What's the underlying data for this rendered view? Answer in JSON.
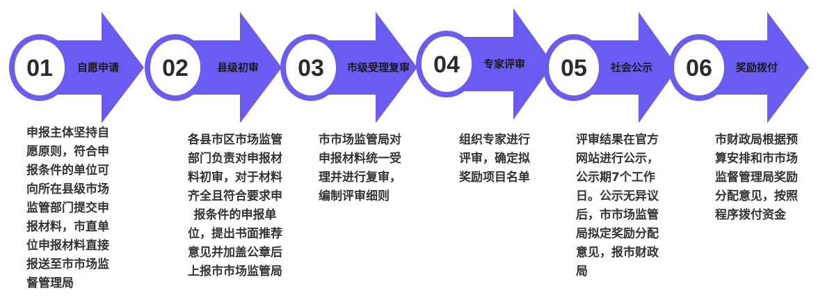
{
  "colors": {
    "arrow": "#6a5cf2",
    "circle_fill": "#ffffff",
    "number_text": "#2b2b2b",
    "label_text": "#1a1a1a",
    "desc_text": "#333333"
  },
  "steps": [
    {
      "number": "01",
      "label": "自愿申请",
      "description": "申报主体坚持自\n愿原则，符合申\n报条件的单位可\n向所在县级市场\n监管部门提交申\n报材料，市直单\n位申报材料直接\n报送至市市场监\n督管理局"
    },
    {
      "number": "02",
      "label": "县级初审",
      "description": "各县市区市场监管\n部门负责对申报材\n料初审，对于材料\n齐全且符合要求申\n报条件的申报单\n位，提出书面推荐\n意见并加盖公章后\n上报市市场监管局"
    },
    {
      "number": "03",
      "label": "市级受理复审",
      "description": "市市场监管局对\n申报材料统一受\n理并进行复审，\n编制评审细则"
    },
    {
      "number": "04",
      "label": "专家评审",
      "description": "组织专家进行\n评审，确定拟\n奖励项目名单"
    },
    {
      "number": "05",
      "label": "社会公示",
      "description": "评审结果在官方\n网站进行公示，\n公示期7个工作\n日。公示无异议\n后，市市场监管\n局拟定奖励分配\n意见，报市财政\n局"
    },
    {
      "number": "06",
      "label": "奖励拨付",
      "description": "市财政局根据预\n算安排和市市场\n监督管理局奖励\n分配意见，按照\n程序拨付资金"
    }
  ]
}
